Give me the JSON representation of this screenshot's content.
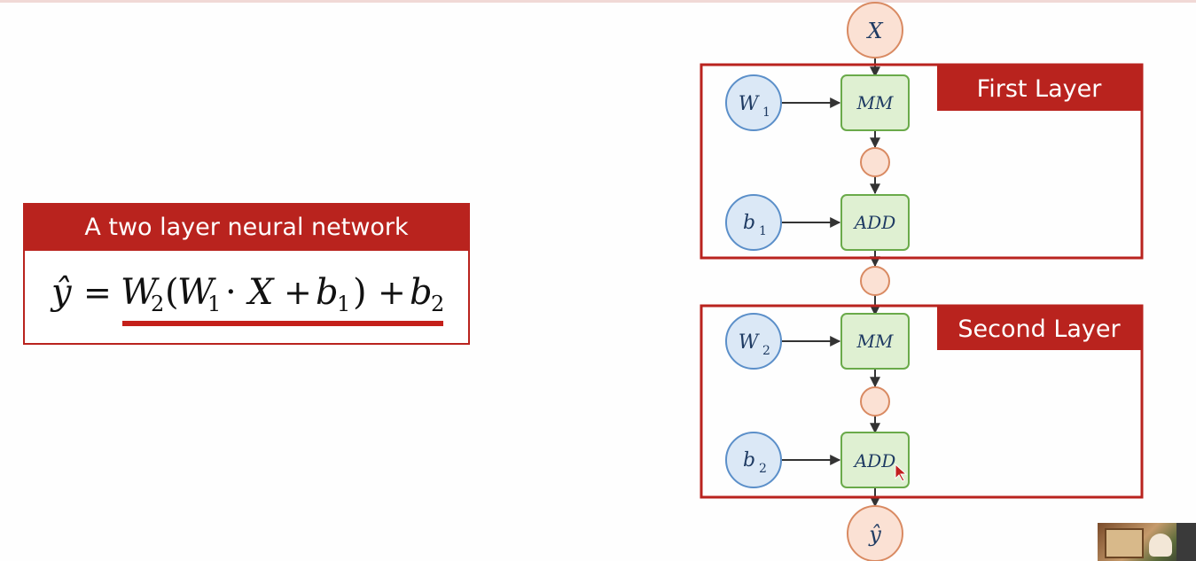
{
  "formula_card": {
    "title": "A two layer neural network",
    "equation": {
      "y_hat": "ŷ",
      "equals": "=",
      "W": "W",
      "sub2": "2",
      "open_paren": "(",
      "sub1": "1",
      "dot": "·",
      "X": "X",
      "plus": "+",
      "b": "b",
      "close_paren": ")"
    }
  },
  "diagram": {
    "input_node": "X",
    "output_node": "ŷ",
    "layers": [
      {
        "label": "First Layer",
        "weight": {
          "base": "W",
          "sub": "1"
        },
        "bias": {
          "base": "b",
          "sub": "1"
        },
        "mm_op": "MM",
        "add_op": "ADD"
      },
      {
        "label": "Second Layer",
        "weight": {
          "base": "W",
          "sub": "2"
        },
        "bias": {
          "base": "b",
          "sub": "2"
        },
        "mm_op": "MM",
        "add_op": "ADD"
      }
    ]
  },
  "colors": {
    "accent_red": "#b9231e",
    "node_orange_fill": "#fbe1d4",
    "node_orange_stroke": "#d98a62",
    "node_blue_fill": "#dbe8f6",
    "node_blue_stroke": "#5b8fc9",
    "op_green_fill": "#dff0d2",
    "op_green_stroke": "#6aaa4a",
    "math_text": "#1f3b63"
  }
}
